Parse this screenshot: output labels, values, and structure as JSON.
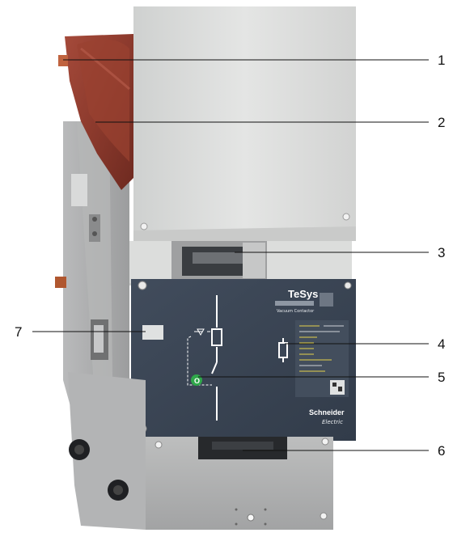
{
  "diagram": {
    "callouts": [
      {
        "number": "1"
      },
      {
        "number": "2"
      },
      {
        "number": "3"
      },
      {
        "number": "4"
      },
      {
        "number": "5"
      },
      {
        "number": "6"
      },
      {
        "number": "7"
      }
    ]
  },
  "front_panel": {
    "brand": "TeSys",
    "product_subtitle": "Vacuum Contactor",
    "open_indicator": "O",
    "manufacturer_line1": "Schneider",
    "manufacturer_line2": "Electric"
  },
  "colors": {
    "front_panel": "#3b4656",
    "enclosure": "#d8d9d8",
    "frame_metal": "#a9aaab",
    "vacuum_bottle": "#8c3a2d",
    "indicator_green": "#2fa84a",
    "leader_line": "#111111"
  }
}
